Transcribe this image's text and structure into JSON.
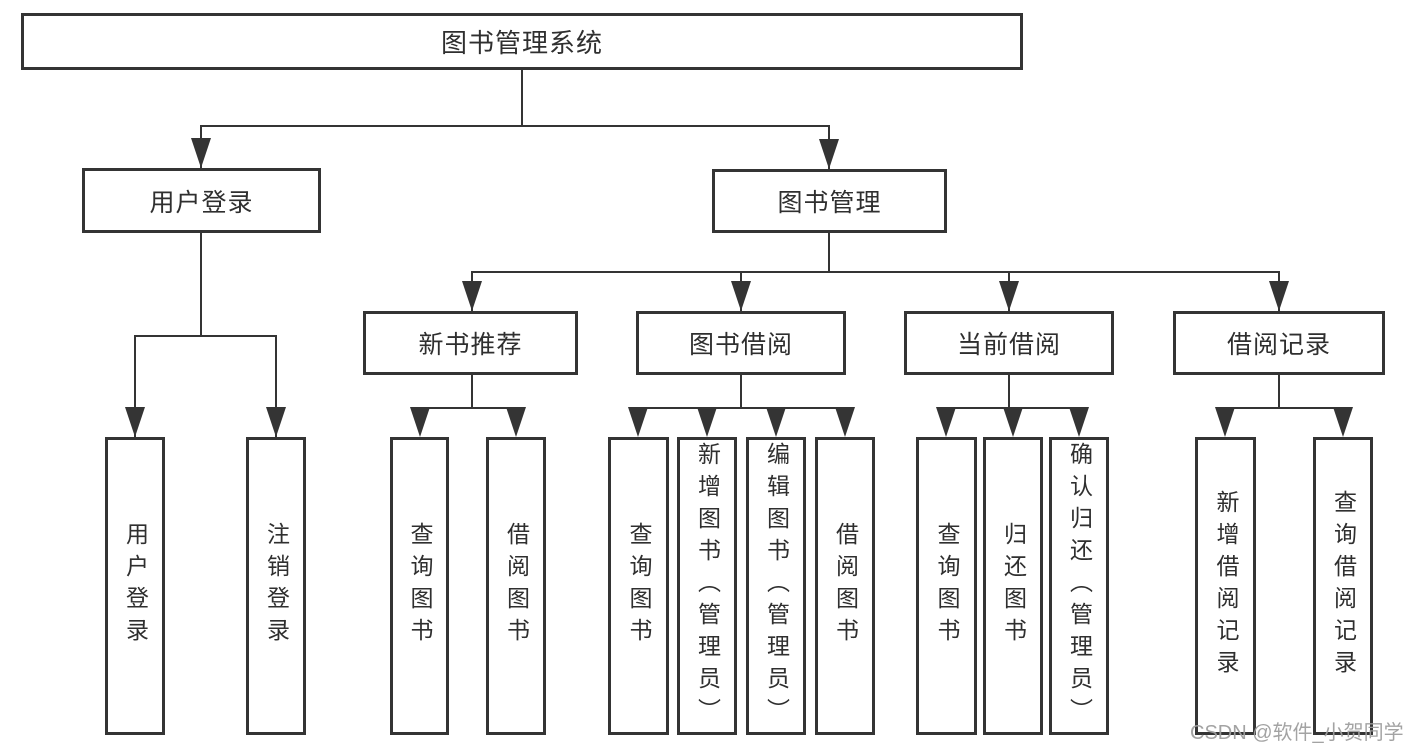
{
  "diagram": {
    "type": "hierarchy-tree",
    "watermark": "CSDN @软件_小贺同学",
    "colors": {
      "line": "#343434",
      "text": "#2f2f2f",
      "watermark": "#9e9e9e",
      "background": "#ffffff"
    },
    "root": {
      "label": "图书管理系统",
      "children": {
        "user_login": {
          "label": "用户登录",
          "children": {
            "login": {
              "label": "用户登录"
            },
            "logout": {
              "label": "注销登录"
            }
          }
        },
        "book_management": {
          "label": "图书管理",
          "children": {
            "new_book_recommendation": {
              "label": "新书推荐",
              "children": {
                "query_books": {
                  "label": "查询图书"
                },
                "borrow_books": {
                  "label": "借阅图书"
                }
              }
            },
            "book_borrowing": {
              "label": "图书借阅",
              "children": {
                "query_books": {
                  "label": "查询图书"
                },
                "add_books": {
                  "label": "新增图书（管理员）"
                },
                "edit_books": {
                  "label": "编辑图书（管理员）"
                },
                "borrow_books": {
                  "label": "借阅图书"
                }
              }
            },
            "current_borrowing": {
              "label": "当前借阅",
              "children": {
                "query_books": {
                  "label": "查询图书"
                },
                "return_books": {
                  "label": "归还图书"
                },
                "confirm_return": {
                  "label": "确认归还（管理员）"
                }
              }
            },
            "borrowing_records": {
              "label": "借阅记录",
              "children": {
                "add_record": {
                  "label": "新增借阅记录"
                },
                "query_record": {
                  "label": "查询借阅记录"
                }
              }
            }
          }
        }
      }
    }
  }
}
